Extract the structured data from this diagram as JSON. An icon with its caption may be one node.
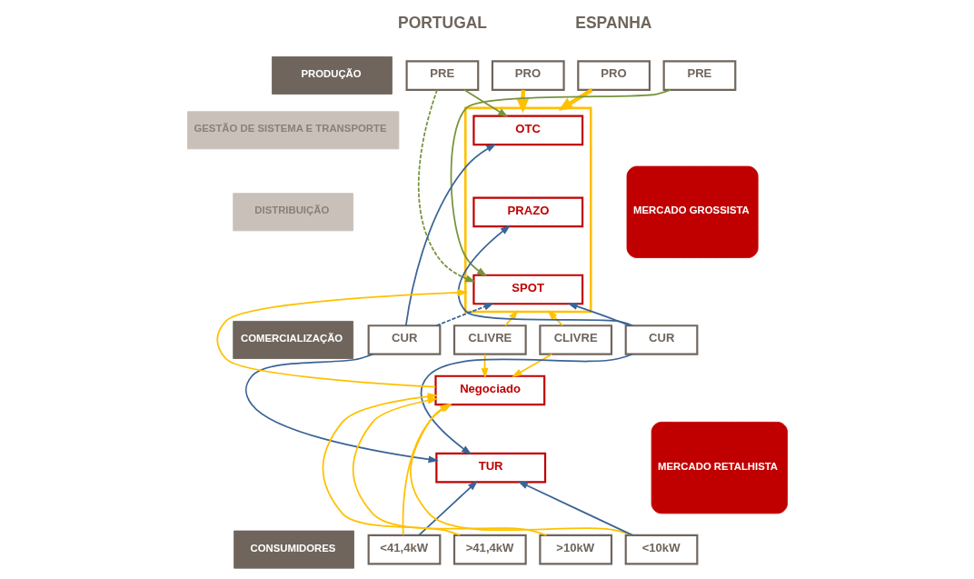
{
  "diagram": {
    "nodes": [
      {
        "text": [
          "PRODUÇÃO"
        ]
      },
      {
        "text": [
          "GESTÃO DE SISTEMA E TRANSPORTE"
        ]
      },
      {
        "text": [
          "DISTRIBUIÇÃO"
        ]
      },
      {
        "text": [
          "COMERCIALIZAÇÃO"
        ]
      },
      {
        "text": [
          "CONSUMIDORES"
        ]
      },
      {
        "text": [
          "MERCADO GROSSISTA"
        ]
      },
      {
        "text": [
          "MERCADO RETALHISTA"
        ]
      },
      {
        "text": [
          "PRE"
        ]
      },
      {
        "text": [
          "PRO"
        ]
      },
      {
        "text": [
          "PRO"
        ]
      },
      {
        "text": [
          "PRE"
        ]
      },
      {
        "text": [],
        "shape": "box"
      },
      {
        "text": [
          "OTC"
        ],
        "in": 11
      },
      {
        "text": [
          "PRAZO"
        ],
        "in": 11
      },
      {
        "text": [
          "SPOT"
        ],
        "in": 11
      },
      {
        "text": [
          "CUR"
        ]
      },
      {
        "text": [
          "CLIVRE"
        ]
      },
      {
        "text": [
          "CLIVRE"
        ]
      },
      {
        "text": [
          "CUR"
        ]
      },
      {
        "text": [
          "Negociado"
        ]
      },
      {
        "text": [
          "TUR"
        ]
      },
      {
        "text": [
          "<41,4kW"
        ]
      },
      {
        "text": [
          ">41,4kW"
        ]
      },
      {
        "text": [
          ">10kW"
        ]
      },
      {
        "text": [
          "<10kW"
        ]
      }
    ],
    "edges": [
      {
        "from": 8,
        "to": 11,
        "arrow": "to",
        "color": "#ffc000",
        "style": "thick"
      },
      {
        "from": 9,
        "to": 11,
        "arrow": "to",
        "color": "#ffc000",
        "style": "thick"
      },
      {
        "from": 7,
        "to": 12,
        "arrow": "to",
        "color": "#77933c"
      },
      {
        "from": 7,
        "to": 14,
        "arrow": "to",
        "color": "#77933c",
        "style": "dashed"
      },
      {
        "from": 10,
        "to": 14,
        "arrow": "to",
        "color": "#77933c"
      },
      {
        "from": 15,
        "to": 12,
        "arrow": "to",
        "color": "#3a6496"
      },
      {
        "from": 15,
        "to": 14,
        "arrow": "to",
        "color": "#3a6496",
        "style": "dashed"
      },
      {
        "from": 18,
        "to": 13,
        "arrow": "to",
        "color": "#3a6496"
      },
      {
        "from": 18,
        "to": 14,
        "arrow": "to",
        "color": "#3a6496"
      },
      {
        "from": 16,
        "to": 11,
        "arrow": "to",
        "color": "#ffc000"
      },
      {
        "from": 19,
        "to": 11,
        "arrow": "to",
        "color": "#ffc000"
      },
      {
        "from": 17,
        "to": 11,
        "arrow": "to",
        "color": "#ffc000"
      },
      {
        "from": 16,
        "to": 19,
        "arrow": "to",
        "color": "#ffc000"
      },
      {
        "from": 17,
        "to": 19,
        "arrow": "to",
        "color": "#ffc000"
      },
      {
        "from": 15,
        "to": 20,
        "arrow": "to",
        "color": "#3a6496"
      },
      {
        "from": 18,
        "to": 20,
        "arrow": "to",
        "color": "#3a6496"
      },
      {
        "from": 21,
        "to": 19,
        "arrow": "to",
        "color": "#ffc000"
      },
      {
        "from": 21,
        "to": 20,
        "arrow": "to",
        "color": "#3a6496"
      },
      {
        "from": 22,
        "to": 19,
        "arrow": "to",
        "color": "#ffc000"
      },
      {
        "from": 23,
        "to": 19,
        "arrow": "to",
        "color": "#ffc000"
      },
      {
        "from": 24,
        "to": 19,
        "arrow": "to",
        "color": "#ffc000"
      },
      {
        "from": 24,
        "to": 20,
        "arrow": "to",
        "color": "#3a6496"
      }
    ],
    "labels": [
      "PORTUGAL",
      "ESPANHA"
    ]
  }
}
